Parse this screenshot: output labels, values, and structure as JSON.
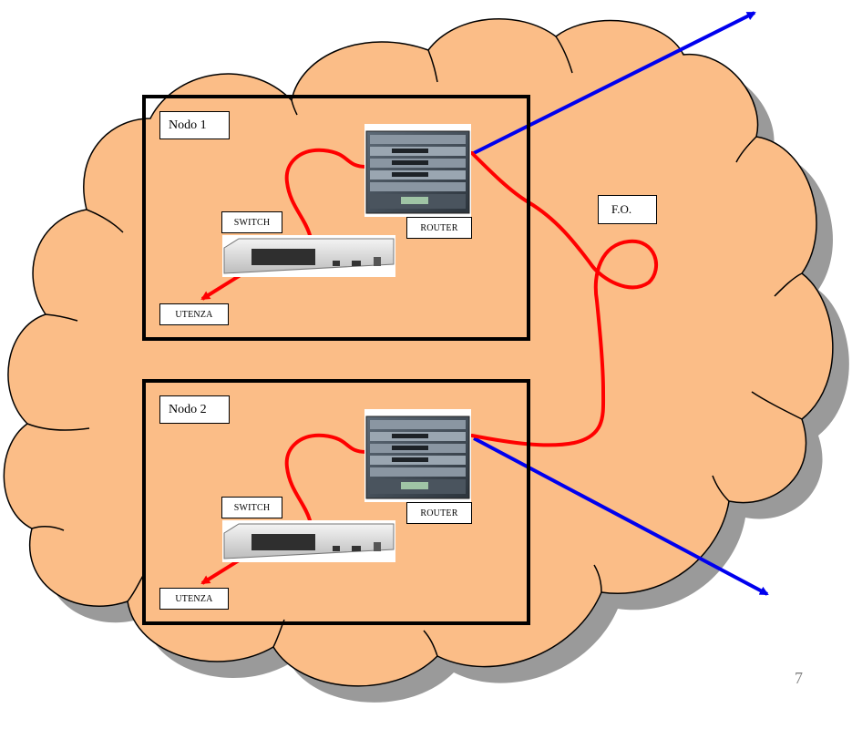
{
  "diagram": {
    "nodes": [
      {
        "title": "Nodo 1",
        "switch_label": "SWITCH",
        "router_label": "ROUTER",
        "user_label": "UTENZA"
      },
      {
        "title": "Nodo 2",
        "switch_label": "SWITCH",
        "router_label": "ROUTER",
        "user_label": "UTENZA"
      }
    ],
    "fiber_label": "F.O.",
    "page_number": "7"
  },
  "colors": {
    "cloud_fill": "#fbbd87",
    "cloud_shadow": "#9a9a9a",
    "copper_cable": "#ff0000",
    "uplink": "#0000ee",
    "border": "#000000"
  },
  "icons": [
    "cloud-shape",
    "router-device-icon",
    "switch-device-icon",
    "arrow-icon"
  ]
}
